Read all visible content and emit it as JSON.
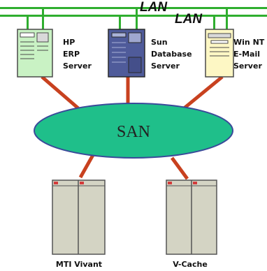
{
  "lan": {
    "labels": [
      "LAN",
      "LAN"
    ],
    "color": "#2fae2f"
  },
  "servers": [
    {
      "name_lines": [
        "HP",
        "ERP",
        "Server"
      ],
      "icon": "tower-server-icon",
      "body_color": "#c9f2c4"
    },
    {
      "name_lines": [
        "Sun",
        "Database",
        "Server"
      ],
      "icon": "tower-server-icon",
      "body_color": "#4f5b9a"
    },
    {
      "name_lines": [
        "Win NT",
        "E-Mail",
        "Server"
      ],
      "icon": "tower-server-icon",
      "body_color": "#fdf7c4"
    }
  ],
  "san": {
    "label": "SAN",
    "color": "#1fbf8a"
  },
  "storage": [
    {
      "label": "MTI Vivant",
      "icon": "storage-array-icon"
    },
    {
      "label": "V-Cache",
      "icon": "storage-array-icon"
    }
  ],
  "link_color": "#c8411f"
}
